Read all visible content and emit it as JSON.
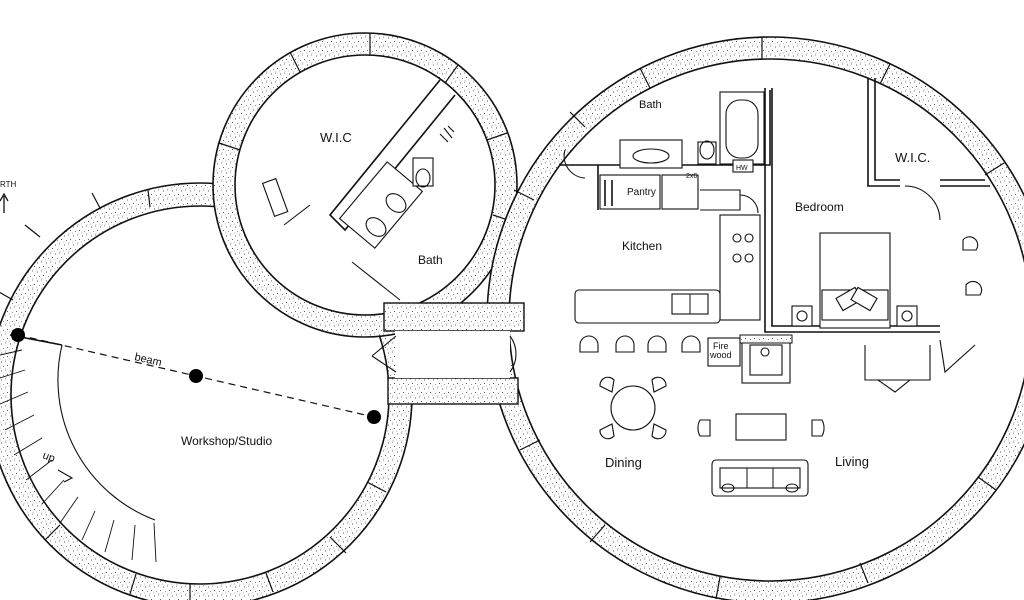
{
  "compass": {
    "label": "RTH"
  },
  "rooms": {
    "wic_left": "W.I.C",
    "bath_left": "Bath",
    "workshop": "Workshop/Studio",
    "beam": "beam",
    "stair_up": "up",
    "bath_right": "Bath",
    "pantry": "Pantry",
    "kitchen": "Kitchen",
    "bedroom": "Bedroom",
    "wic_right": "W.I.C.",
    "dining": "Dining",
    "living": "Living",
    "firewood_1": "Fire",
    "firewood_2": "wood",
    "hw": "HW",
    "stud": "2x6"
  }
}
